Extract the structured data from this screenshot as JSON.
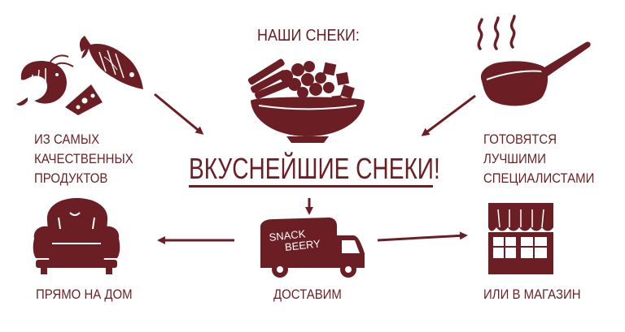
{
  "colors": {
    "brand": "#6b1f24",
    "background": "#ffffff"
  },
  "title": "НАШИ СНЕКИ:",
  "headline": "ВКУСНЕЙШИЕ СНЕКИ!",
  "left_top": {
    "lines": [
      "ИЗ САМЫХ",
      "КАЧЕСТВЕННЫХ",
      "ПРОДУКТОВ"
    ],
    "icons": [
      "shrimp-icon",
      "fish-icon",
      "cheese-icon"
    ]
  },
  "right_top": {
    "lines": [
      "ГОТОВЯТСЯ",
      "ЛУЧШИМИ",
      "СПЕЦИАЛИСТАМИ"
    ],
    "icon": "frying-pan-icon"
  },
  "center_bowl": {
    "icon": "snack-bowl-icon"
  },
  "truck": {
    "label_line1": "SNACK",
    "label_line2": "BEERY",
    "caption": "ДОСТАВИМ",
    "icon": "delivery-truck-icon"
  },
  "left_bottom": {
    "caption": "ПРЯМО НА ДОМ",
    "icon": "armchair-icon"
  },
  "right_bottom": {
    "caption": "ИЛИ В МАГАЗИН",
    "icon": "store-icon"
  }
}
